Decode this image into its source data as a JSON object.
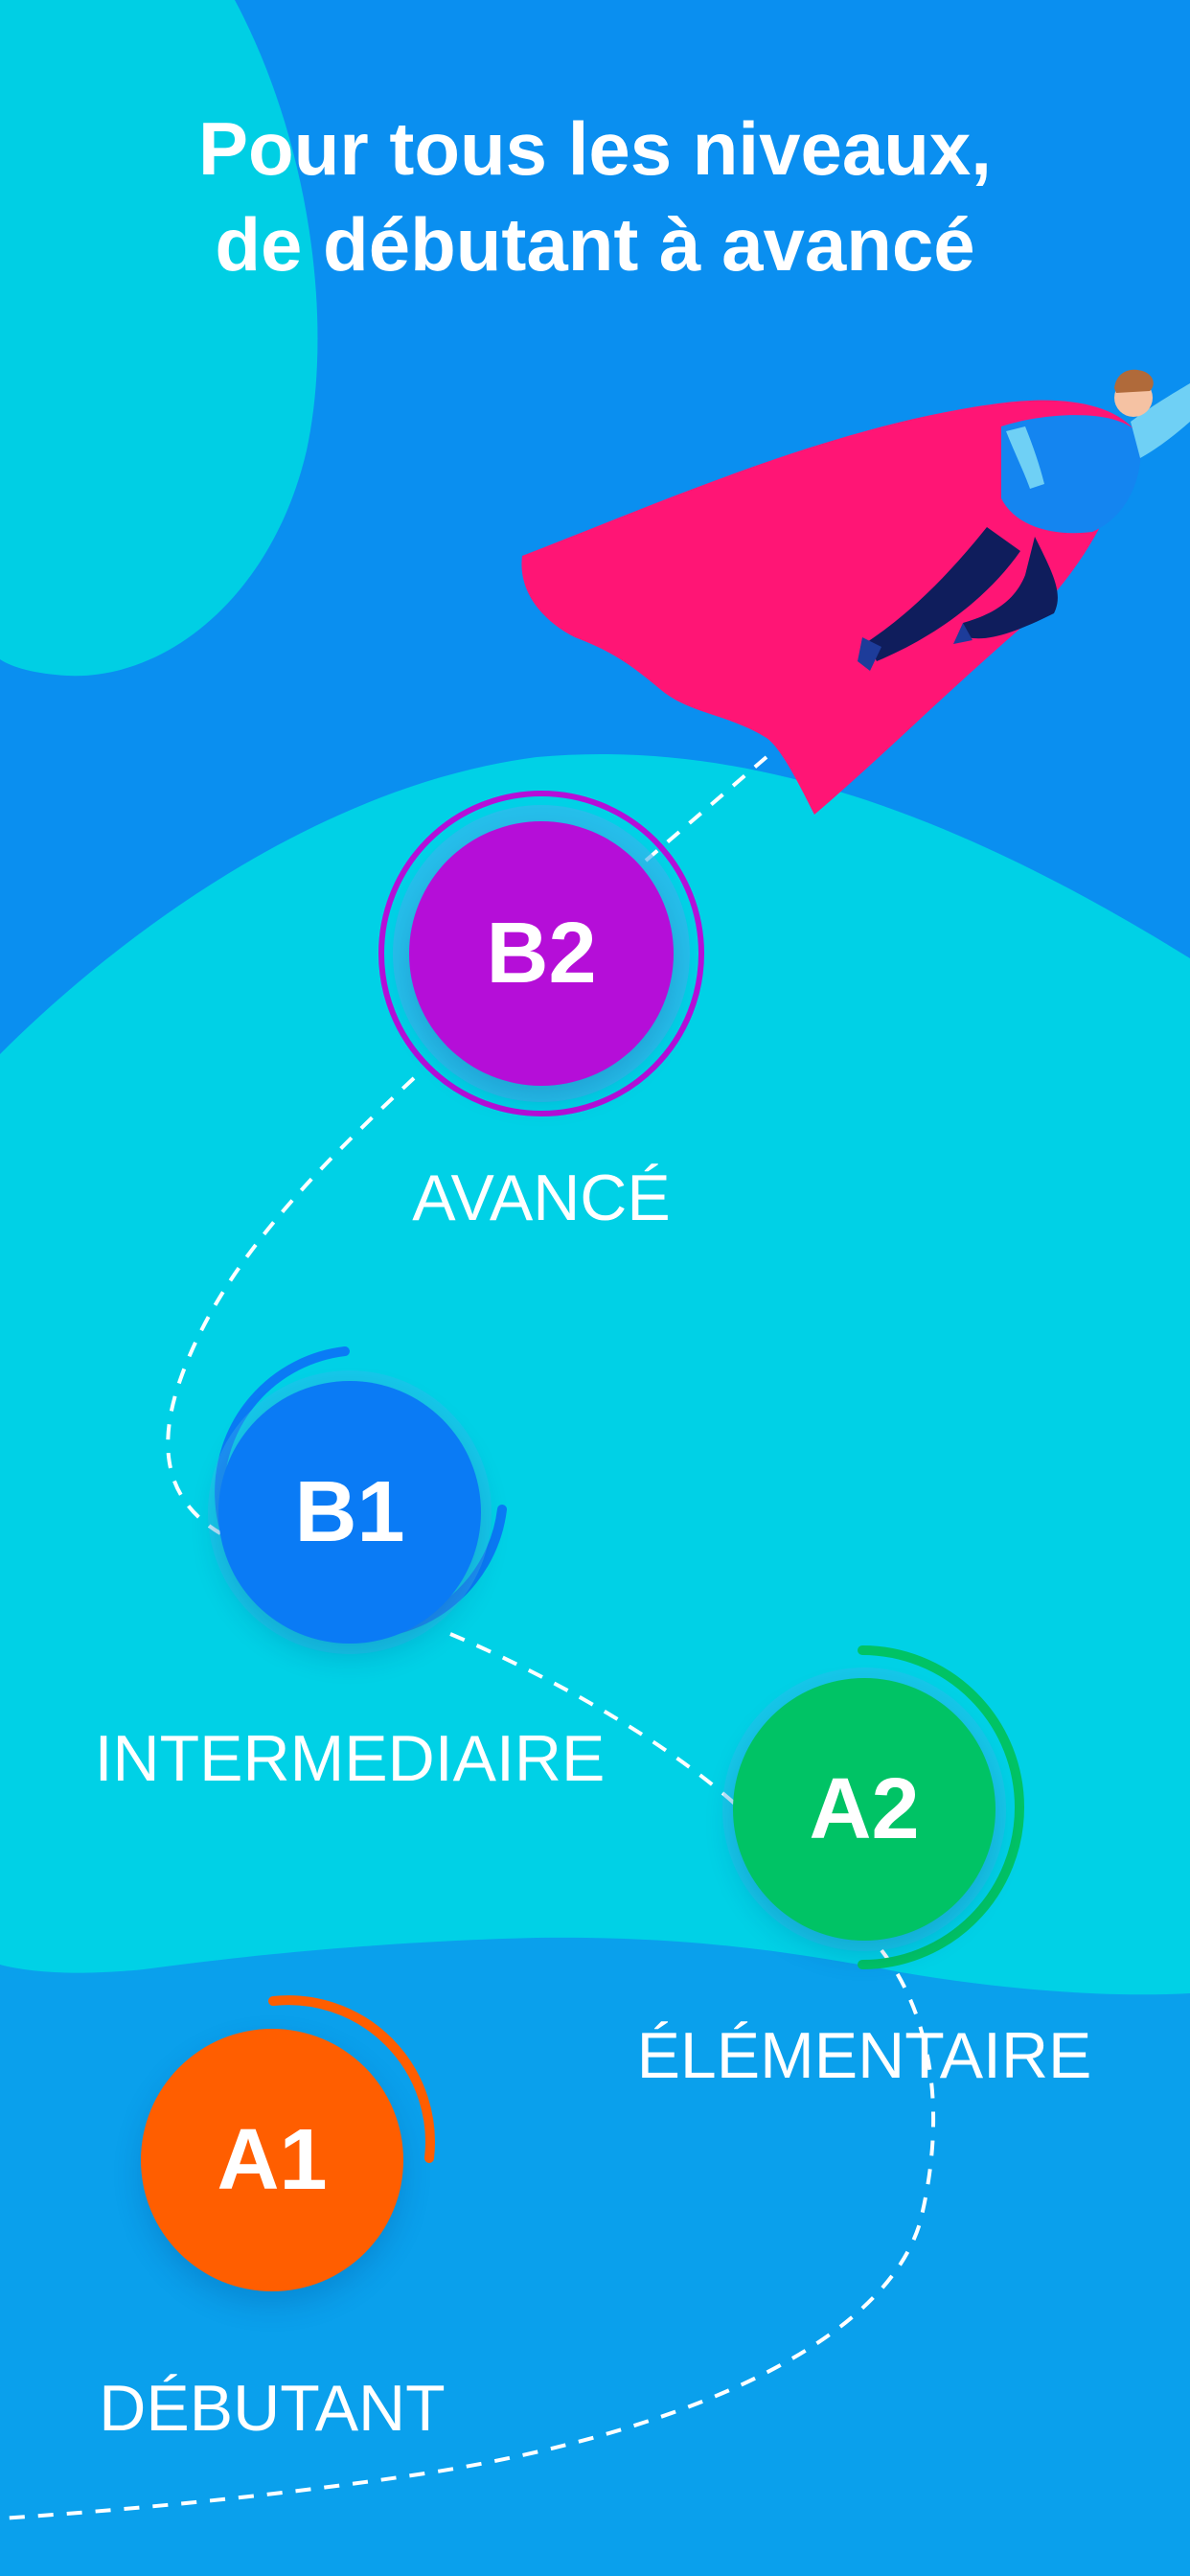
{
  "headline": {
    "line1": "Pour tous les niveaux,",
    "line2": "de débutant à avancé"
  },
  "levels": [
    {
      "code": "B2",
      "label": "AVANCÉ",
      "color": "#b50ed8",
      "progress": 1.0
    },
    {
      "code": "B1",
      "label": "INTERMEDIAIRE",
      "color": "#0a7bf5",
      "progress": 0.8
    },
    {
      "code": "A2",
      "label": "ÉLÉMENTAIRE",
      "color": "#00c365",
      "progress": 0.5
    },
    {
      "code": "A1",
      "label": "DÉBUTANT",
      "color": "#ff5e00",
      "progress": 0.25
    }
  ],
  "colors": {
    "background": "#0a8ff0",
    "blob": "#00d1e6",
    "cape": "#ff1575",
    "text": "#ffffff"
  },
  "illustration": "flying-superhero"
}
